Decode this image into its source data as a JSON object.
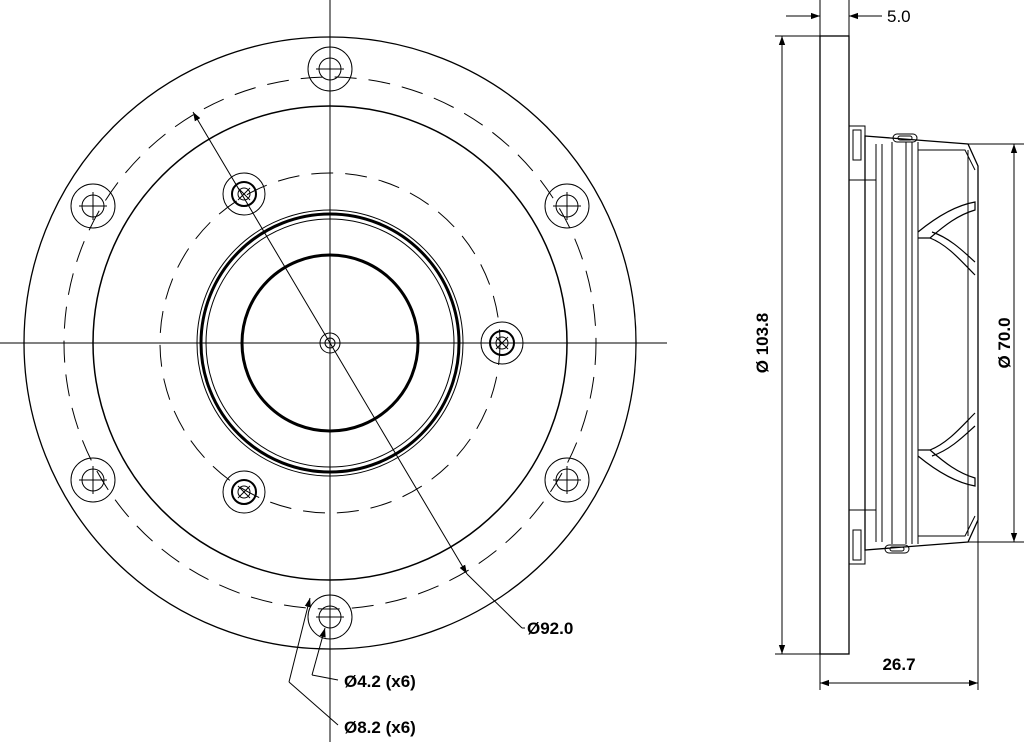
{
  "dimensions": {
    "flange_thickness": "5.0",
    "outer_diameter": "Ø 103.8",
    "body_diameter": "Ø 70.0",
    "depth": "26.7",
    "bolt_circle": "Ø92.0",
    "hole_small": "Ø4.2 (x6)",
    "hole_large": "Ø8.2 (x6)"
  }
}
